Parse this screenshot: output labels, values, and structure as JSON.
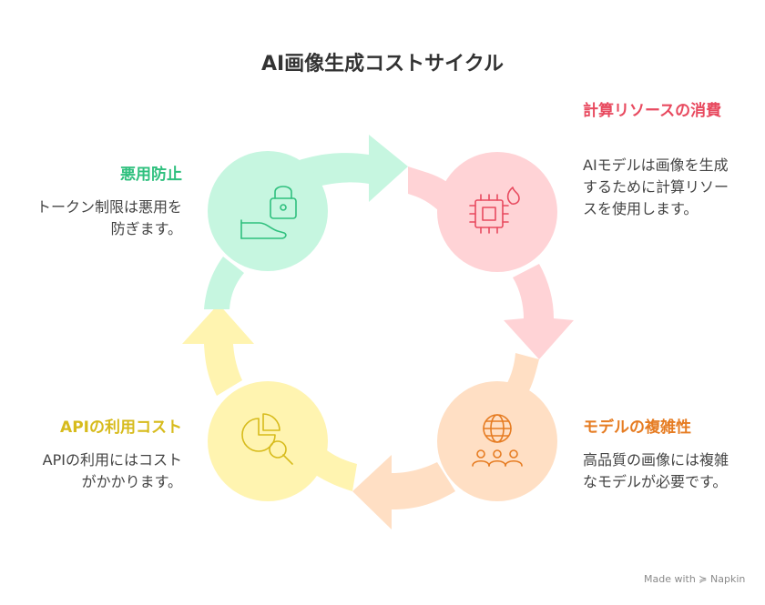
{
  "title": "AI画像生成コストサイクル",
  "colors": {
    "green": "#2fc07e",
    "red": "#e84a5f",
    "orange": "#e67c22",
    "yellow": "#d7bb1c",
    "green_fill": "#c6f6e0",
    "red_fill": "#ffd3d6",
    "orange_fill": "#ffdfc4",
    "yellow_fill": "#fff4b0"
  },
  "steps": [
    {
      "label": "計算リソースの消費",
      "description": "AIモデルは画像を生成するために計算リソースを使用します。",
      "icon": "cpu-fire-icon",
      "color": "red"
    },
    {
      "label": "モデルの複雑性",
      "description": "高品質の画像には複雑なモデルが必要です。",
      "icon": "globe-people-icon",
      "color": "orange"
    },
    {
      "label": "APIの利用コスト",
      "description": "APIの利用にはコストがかかります。",
      "icon": "pie-chart-magnifier-icon",
      "color": "yellow"
    },
    {
      "label": "悪用防止",
      "description": "トークン制限は悪用を防ぎます。",
      "icon": "lock-hand-icon",
      "color": "green"
    }
  ],
  "watermark": "Made with ≽ Napkin"
}
